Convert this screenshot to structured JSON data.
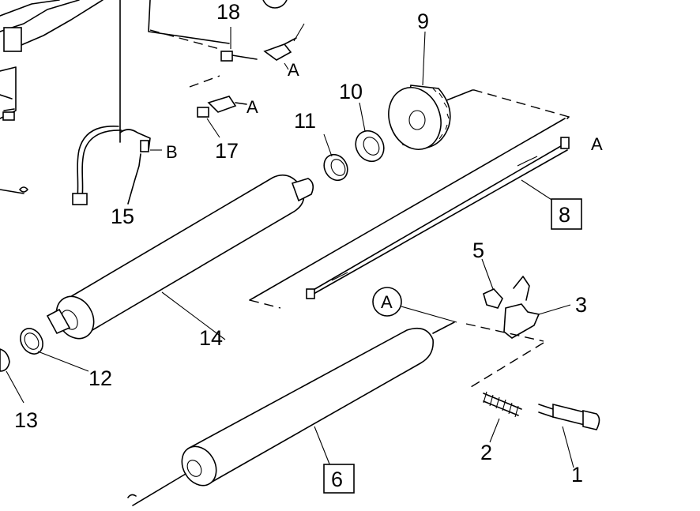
{
  "callouts": {
    "c1": "1",
    "c2": "2",
    "c3": "3",
    "c5": "5",
    "c6": "6",
    "c8": "8",
    "c9": "9",
    "c10": "10",
    "c11": "11",
    "c12": "12",
    "c13": "13",
    "c14": "14",
    "c15": "15",
    "c17": "17",
    "c18": "18"
  },
  "refs": {
    "a": "A",
    "b": "B"
  }
}
